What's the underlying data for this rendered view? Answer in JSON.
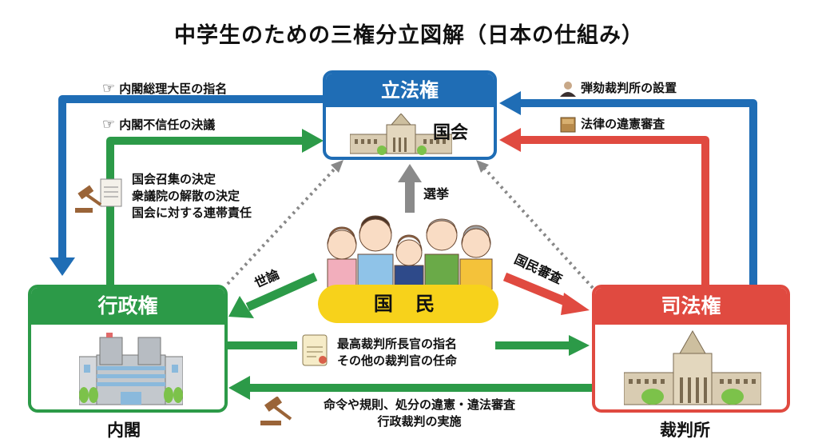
{
  "title": "中学生のための三権分立図解（日本の仕組み）",
  "colors": {
    "legislative": "#1f6db5",
    "executive": "#2c9a48",
    "judicial": "#e04a40",
    "people": "#f7d21b",
    "neutral": "#888888"
  },
  "legislative": {
    "header": "立法権",
    "body": "国会",
    "icon": "diet-building-icon"
  },
  "executive": {
    "header": "行政権",
    "caption": "内閣",
    "icon": "office-building-icon"
  },
  "judicial": {
    "header": "司法権",
    "caption": "裁判所",
    "icon": "court-building-icon"
  },
  "people": {
    "label": "国 民",
    "icon": "family-group-icon"
  },
  "relations": {
    "leg_to_exec_1": {
      "text": "内閣総理大臣の指名",
      "icon": "pointing-hand-icon"
    },
    "leg_to_exec_2": {
      "text": "内閣不信任の決議",
      "icon": "pointing-hand-icon"
    },
    "exec_to_leg": {
      "lines": [
        "国会召集の決定",
        "衆議院の解散の決定",
        "国会に対する連帯責任"
      ],
      "icon": "gavel-document-icon"
    },
    "leg_to_jud": {
      "text": "弾劾裁判所の設置",
      "icon": "judge-icon"
    },
    "jud_to_leg": {
      "text": "法律の違憲審査",
      "icon": "law-book-icon"
    },
    "exec_to_jud": {
      "lines": [
        "最高裁判所長官の指名",
        "その他の裁判官の任命"
      ],
      "icon": "certificate-icon"
    },
    "jud_to_exec": {
      "lines": [
        "命令や規則、処分の違憲・違法審査",
        "行政裁判の実施"
      ],
      "icon": "gavel-icon"
    },
    "people_to_leg": {
      "text": "選挙"
    },
    "people_to_exec": {
      "text": "世論"
    },
    "people_to_jud": {
      "text": "国民審査"
    }
  }
}
